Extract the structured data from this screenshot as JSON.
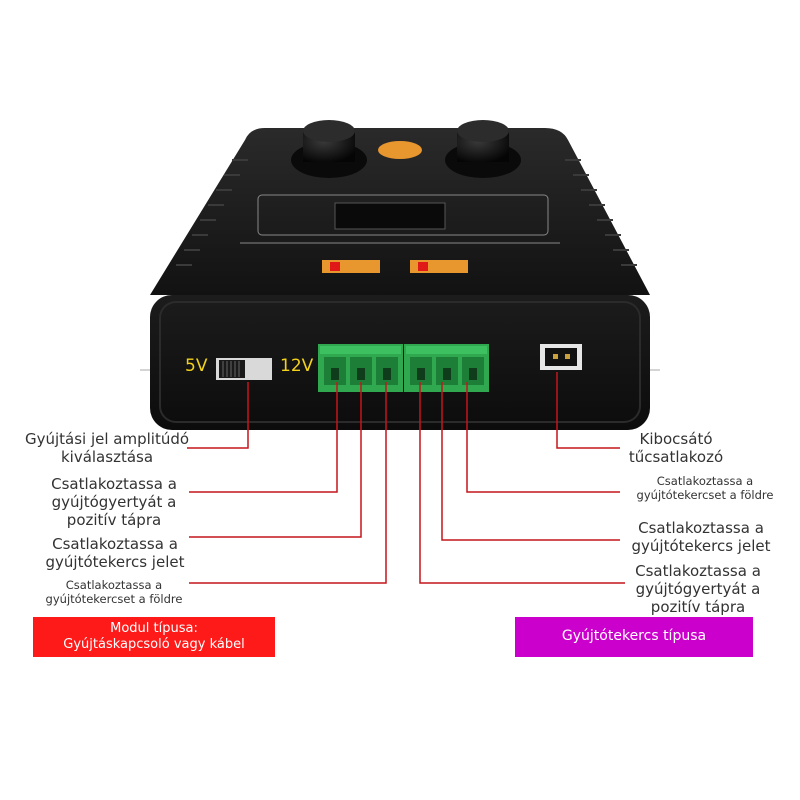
{
  "device": {
    "label_5v": "5V",
    "label_12v": "12V",
    "colors": {
      "body": "#1e1e1e",
      "connector": "#2fa84f",
      "knob": "#111111",
      "button": "#e8962e",
      "leader": "#c4161c"
    }
  },
  "callouts": {
    "left": [
      {
        "text": "Gyújtási jel amplitúdó kiválasztása"
      },
      {
        "text": "Csatlakoztassa a gyújtógyertyát a pozitív tápra"
      },
      {
        "text": "Csatlakoztassa a gyújtótekercs jelet"
      },
      {
        "text": "Csatlakoztassa a gyújtótekercset a földre"
      }
    ],
    "right": [
      {
        "text": "Kibocsátó tűcsatlakozó"
      },
      {
        "text": "Csatlakoztassa a gyújtótekercset a földre"
      },
      {
        "text": "Csatlakoztassa a gyújtótekercs jelet"
      },
      {
        "text": "Csatlakoztassa a gyújtógyertyát a pozitív tápra"
      }
    ]
  },
  "badges": {
    "module": {
      "line1": "Modul típusa:",
      "line2": "Gyújtáskapcsoló vagy kábel",
      "color": "#ff1a1a"
    },
    "coil": {
      "text": "Gyújtótekercs típusa",
      "color": "#cc00cc"
    }
  }
}
